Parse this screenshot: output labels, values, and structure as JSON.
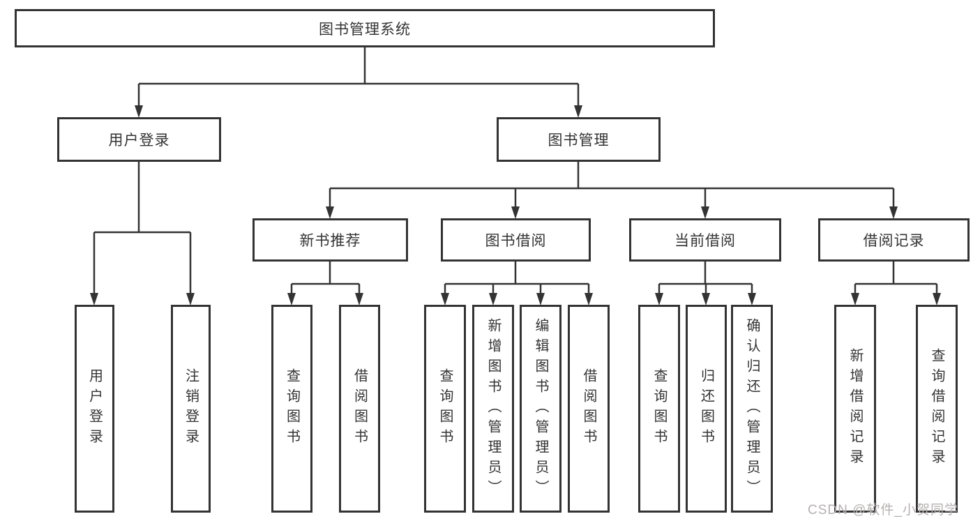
{
  "page": {
    "background": "#ffffff",
    "line_color": "#333333",
    "box_border_color": "#333333",
    "text_color": "#333333"
  },
  "diagram": {
    "root": {
      "label": "图书管理系统"
    },
    "level2": [
      {
        "label": "用户登录"
      },
      {
        "label": "图书管理"
      }
    ],
    "level3": [
      {
        "label": "新书推荐",
        "parent": "图书管理"
      },
      {
        "label": "图书借阅",
        "parent": "图书管理"
      },
      {
        "label": "当前借阅",
        "parent": "图书管理"
      },
      {
        "label": "借阅记录",
        "parent": "图书管理"
      }
    ],
    "leaves": [
      {
        "label": "用户登录",
        "parent": "用户登录"
      },
      {
        "label": "注销登录",
        "parent": "用户登录"
      },
      {
        "label": "查询图书",
        "parent": "新书推荐"
      },
      {
        "label": "借阅图书",
        "parent": "新书推荐"
      },
      {
        "label": "查询图书",
        "parent": "图书借阅"
      },
      {
        "label": "新增图书（管理员）",
        "parent": "图书借阅"
      },
      {
        "label": "编辑图书（管理员）",
        "parent": "图书借阅"
      },
      {
        "label": "借阅图书",
        "parent": "图书借阅"
      },
      {
        "label": "查询图书",
        "parent": "当前借阅"
      },
      {
        "label": "归还图书",
        "parent": "当前借阅"
      },
      {
        "label": "确认归还（管理员）",
        "parent": "当前借阅"
      },
      {
        "label": "新增借阅记录",
        "parent": "借阅记录"
      },
      {
        "label": "查询借阅记录",
        "parent": "借阅记录"
      }
    ]
  },
  "watermark": {
    "text": "CSDN @软件_小贺同学",
    "color": "#b5b0b0"
  }
}
